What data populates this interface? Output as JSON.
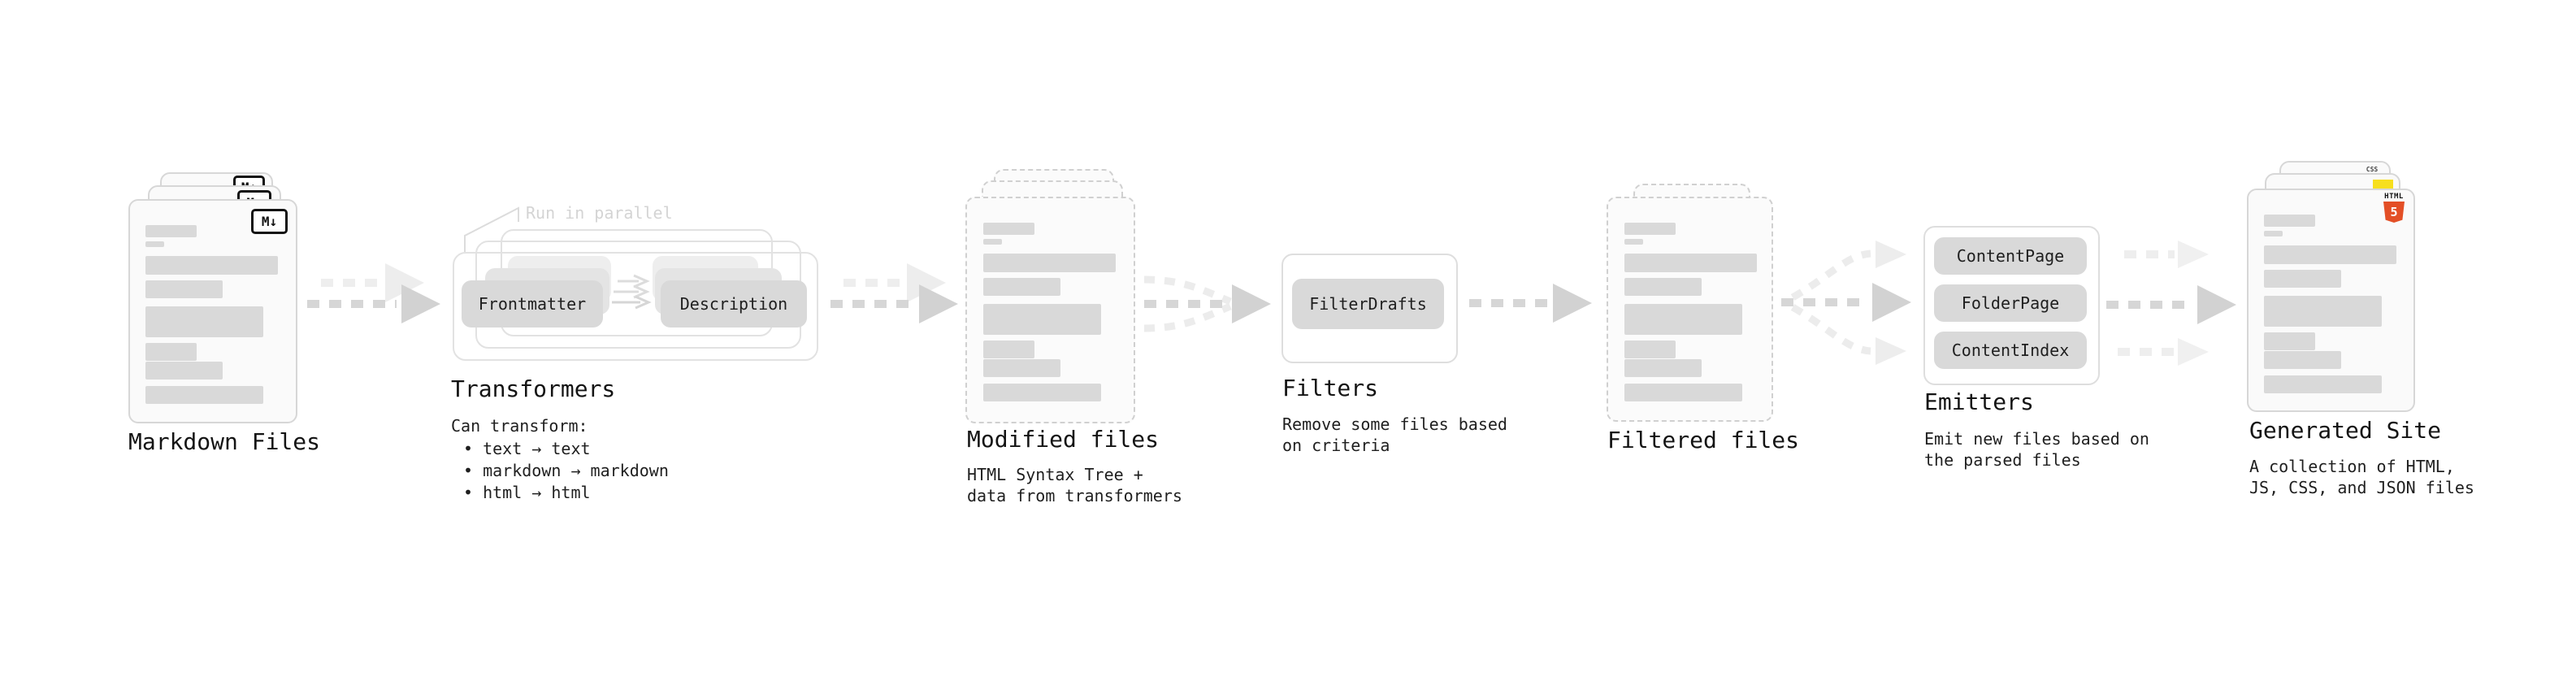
{
  "stages": {
    "markdown_files": {
      "label": "Markdown Files",
      "badge": "M↓"
    },
    "transformers": {
      "label": "Transformers",
      "note": "Run in parallel",
      "desc_title": "Can transform:",
      "bullets": [
        "• text → text",
        "• markdown → markdown",
        "• html → html"
      ],
      "pill_left": "Frontmatter",
      "pill_right": "Description"
    },
    "modified_files": {
      "label": "Modified files",
      "desc_line1": "HTML Syntax Tree +",
      "desc_line2": "data from transformers"
    },
    "filters": {
      "label": "Filters",
      "pill": "FilterDrafts",
      "desc_line1": "Remove some files based",
      "desc_line2": "on criteria"
    },
    "filtered_files": {
      "label": "Filtered files"
    },
    "emitters": {
      "label": "Emitters",
      "pills": [
        "ContentPage",
        "FolderPage",
        "ContentIndex"
      ],
      "desc_line1": "Emit new files based on",
      "desc_line2": "the parsed files"
    },
    "generated_site": {
      "label": "Generated Site",
      "desc_line1": "A collection of HTML,",
      "desc_line2": "JS, CSS, and JSON files",
      "badges": {
        "css": "CSS",
        "html": "HTML",
        "html_number": "5"
      }
    }
  },
  "colors": {
    "html5_orange": "#e34f26",
    "js_yellow": "#f7df1e",
    "css_blue": "#2965f1",
    "pill_gray": "#d9d9d9",
    "arrow_gray": "#d6d6d6",
    "faint_arrow_gray": "#eeeeee",
    "note_gray": "#d4d4d4",
    "text": "#1a1a1a"
  }
}
